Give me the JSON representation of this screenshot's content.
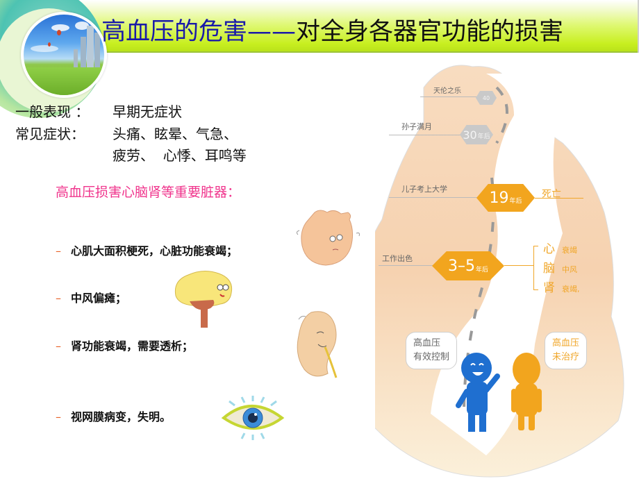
{
  "header": {
    "title_part1": "高血压的危害——",
    "title_part2": "对全身各器官功能的损害",
    "title_color_part1": "#1a1aa8",
    "title_color_part2": "#111111",
    "bar_color": "#c8ef20"
  },
  "symptoms": {
    "general_label": "一般表现 ：",
    "general_value": "早期无症状",
    "common_label": "常见症状：",
    "common_line1": "头痛、眩晕、气急、",
    "common_line2": "疲劳、  心悸、耳鸣等"
  },
  "organs_heading": "高血压损害心脑肾等重要脏器：",
  "organs_heading_color": "#f0348c",
  "bullets": [
    {
      "dash": "–",
      "text": "心肌大面积梗死，心脏功能衰竭；",
      "icon": "heart-icon"
    },
    {
      "dash": "–",
      "text": "中风偏瘫；",
      "icon": "brain-icon"
    },
    {
      "dash": "–",
      "text": "肾功能衰竭，需要透析；",
      "icon": "kidney-icon"
    },
    {
      "dash": "–",
      "text": "视网膜病变，失明。",
      "icon": "eye-icon"
    }
  ],
  "infographic": {
    "milestones": [
      {
        "label": "天伦之乐",
        "badge": "40",
        "unit": "年后"
      },
      {
        "label": "孙子满月",
        "badge": "30",
        "unit": "年后"
      },
      {
        "label": "儿子考上大学",
        "badge": "19",
        "unit": "年后",
        "outcome": "死亡"
      },
      {
        "label": "工作出色",
        "badge": "3–5",
        "unit": "年后"
      }
    ],
    "consequences": [
      {
        "organ": "心",
        "effect": "衰竭"
      },
      {
        "organ": "脑",
        "effect": "中风"
      },
      {
        "organ": "肾",
        "effect": "衰竭,"
      }
    ],
    "bubble_controlled": [
      "高血压",
      "有效控制"
    ],
    "bubble_untreated": [
      "高血压",
      "未治疗"
    ],
    "colors": {
      "orange": "#f2a51e",
      "blue": "#1f6fd0",
      "gray": "#c9c9c9"
    }
  }
}
